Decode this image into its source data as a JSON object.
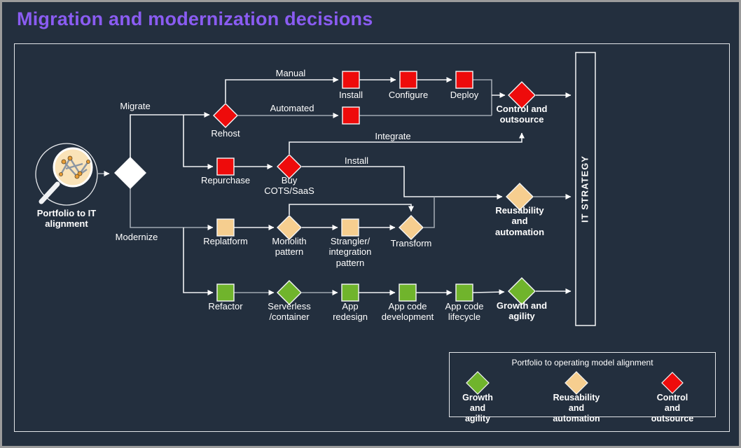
{
  "title": "Migration and modernization decisions",
  "colors": {
    "background": "#232F3E",
    "title": "#8A5CF2",
    "red": "#EE0B0B",
    "tan": "#F6CE8F",
    "green": "#70B42C",
    "line": "#EFF1F3",
    "line_muted": "#9FA7B0",
    "text": "#FFFFFF"
  },
  "diagram": {
    "source": {
      "label": "Portfolio to IT\nalignment",
      "icon": "magnifier-network-icon"
    },
    "branches": {
      "migrate": "Migrate",
      "modernize": "Modernize"
    },
    "edges": {
      "manual": "Manual",
      "automated": "Automated",
      "integrate": "Integrate",
      "install": "Install"
    },
    "nodes": {
      "rehost": "Rehost",
      "install": "Install",
      "configure": "Configure",
      "deploy": "Deploy",
      "repurchase": "Repurchase",
      "buy_cots": "Buy\nCOTS/SaaS",
      "replatform": "Replatform",
      "monolith": "Monolith\npattern",
      "strangler": "Strangler/\nintegration\npattern",
      "transform": "Transform",
      "refactor": "Refactor",
      "serverless": "Serverless\n/container",
      "app_redesign": "App\nredesign",
      "app_code_dev": "App code\ndevelopment",
      "app_code_lifecycle": "App code\nlifecycle"
    },
    "outcomes": {
      "control": "Control and\noutsource",
      "reusability": "Reusability\nand\nautomation",
      "growth": "Growth and\nagility"
    },
    "it_strategy": "IT STRATEGY"
  },
  "legend": {
    "title": "Portfolio to operating model alignment",
    "items": [
      {
        "label": "Growth and\nagility",
        "color": "green"
      },
      {
        "label": "Reusability and\nautomation",
        "color": "tan"
      },
      {
        "label": "Control and\noutsource",
        "color": "red"
      }
    ]
  }
}
